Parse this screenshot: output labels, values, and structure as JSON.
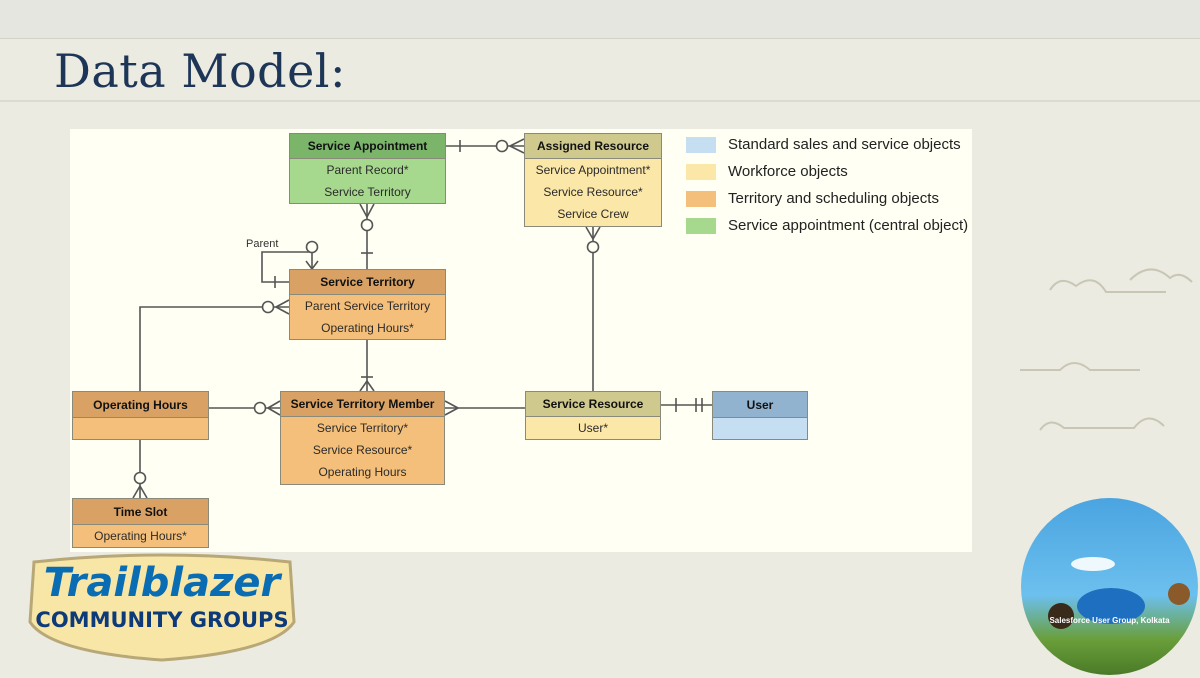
{
  "slide": {
    "title": "Data Model:"
  },
  "colors": {
    "navy": "#1d3557",
    "green": "#a6d88e",
    "yellow": "#fbe7a8",
    "orange": "#f4bf7a",
    "blue": "#c6def2"
  },
  "entities": {
    "service_appointment": {
      "name": "Service Appointment",
      "fields": [
        "Parent Record*",
        "Service Territory"
      ]
    },
    "assigned_resource": {
      "name": "Assigned Resource",
      "fields": [
        "Service Appointment*",
        "Service Resource*",
        "Service Crew"
      ]
    },
    "service_territory": {
      "name": "Service Territory",
      "fields": [
        "Parent Service Territory",
        "Operating Hours*"
      ]
    },
    "operating_hours": {
      "name": "Operating Hours",
      "fields": []
    },
    "service_territory_member": {
      "name": "Service Territory Member",
      "fields": [
        "Service Territory*",
        "Service Resource*",
        "Operating Hours"
      ]
    },
    "service_resource": {
      "name": "Service Resource",
      "fields": [
        "User*"
      ]
    },
    "user": {
      "name": "User",
      "fields": []
    },
    "time_slot": {
      "name": "Time Slot",
      "fields": [
        "Operating Hours*"
      ]
    }
  },
  "relationship_labels": {
    "parent": "Parent"
  },
  "legend": [
    {
      "label": "Standard sales and service objects",
      "color": "#c6def2"
    },
    {
      "label": "Workforce objects",
      "color": "#fbe7a8"
    },
    {
      "label": "Territory and scheduling objects",
      "color": "#f4bf7a"
    },
    {
      "label": "Service appointment (central object)",
      "color": "#a6d88e"
    }
  ],
  "branding": {
    "logo_line1": "Trailblazer",
    "logo_line2": "COMMUNITY GROUPS",
    "badge_text": "Salesforce User Group, Kolkata"
  }
}
